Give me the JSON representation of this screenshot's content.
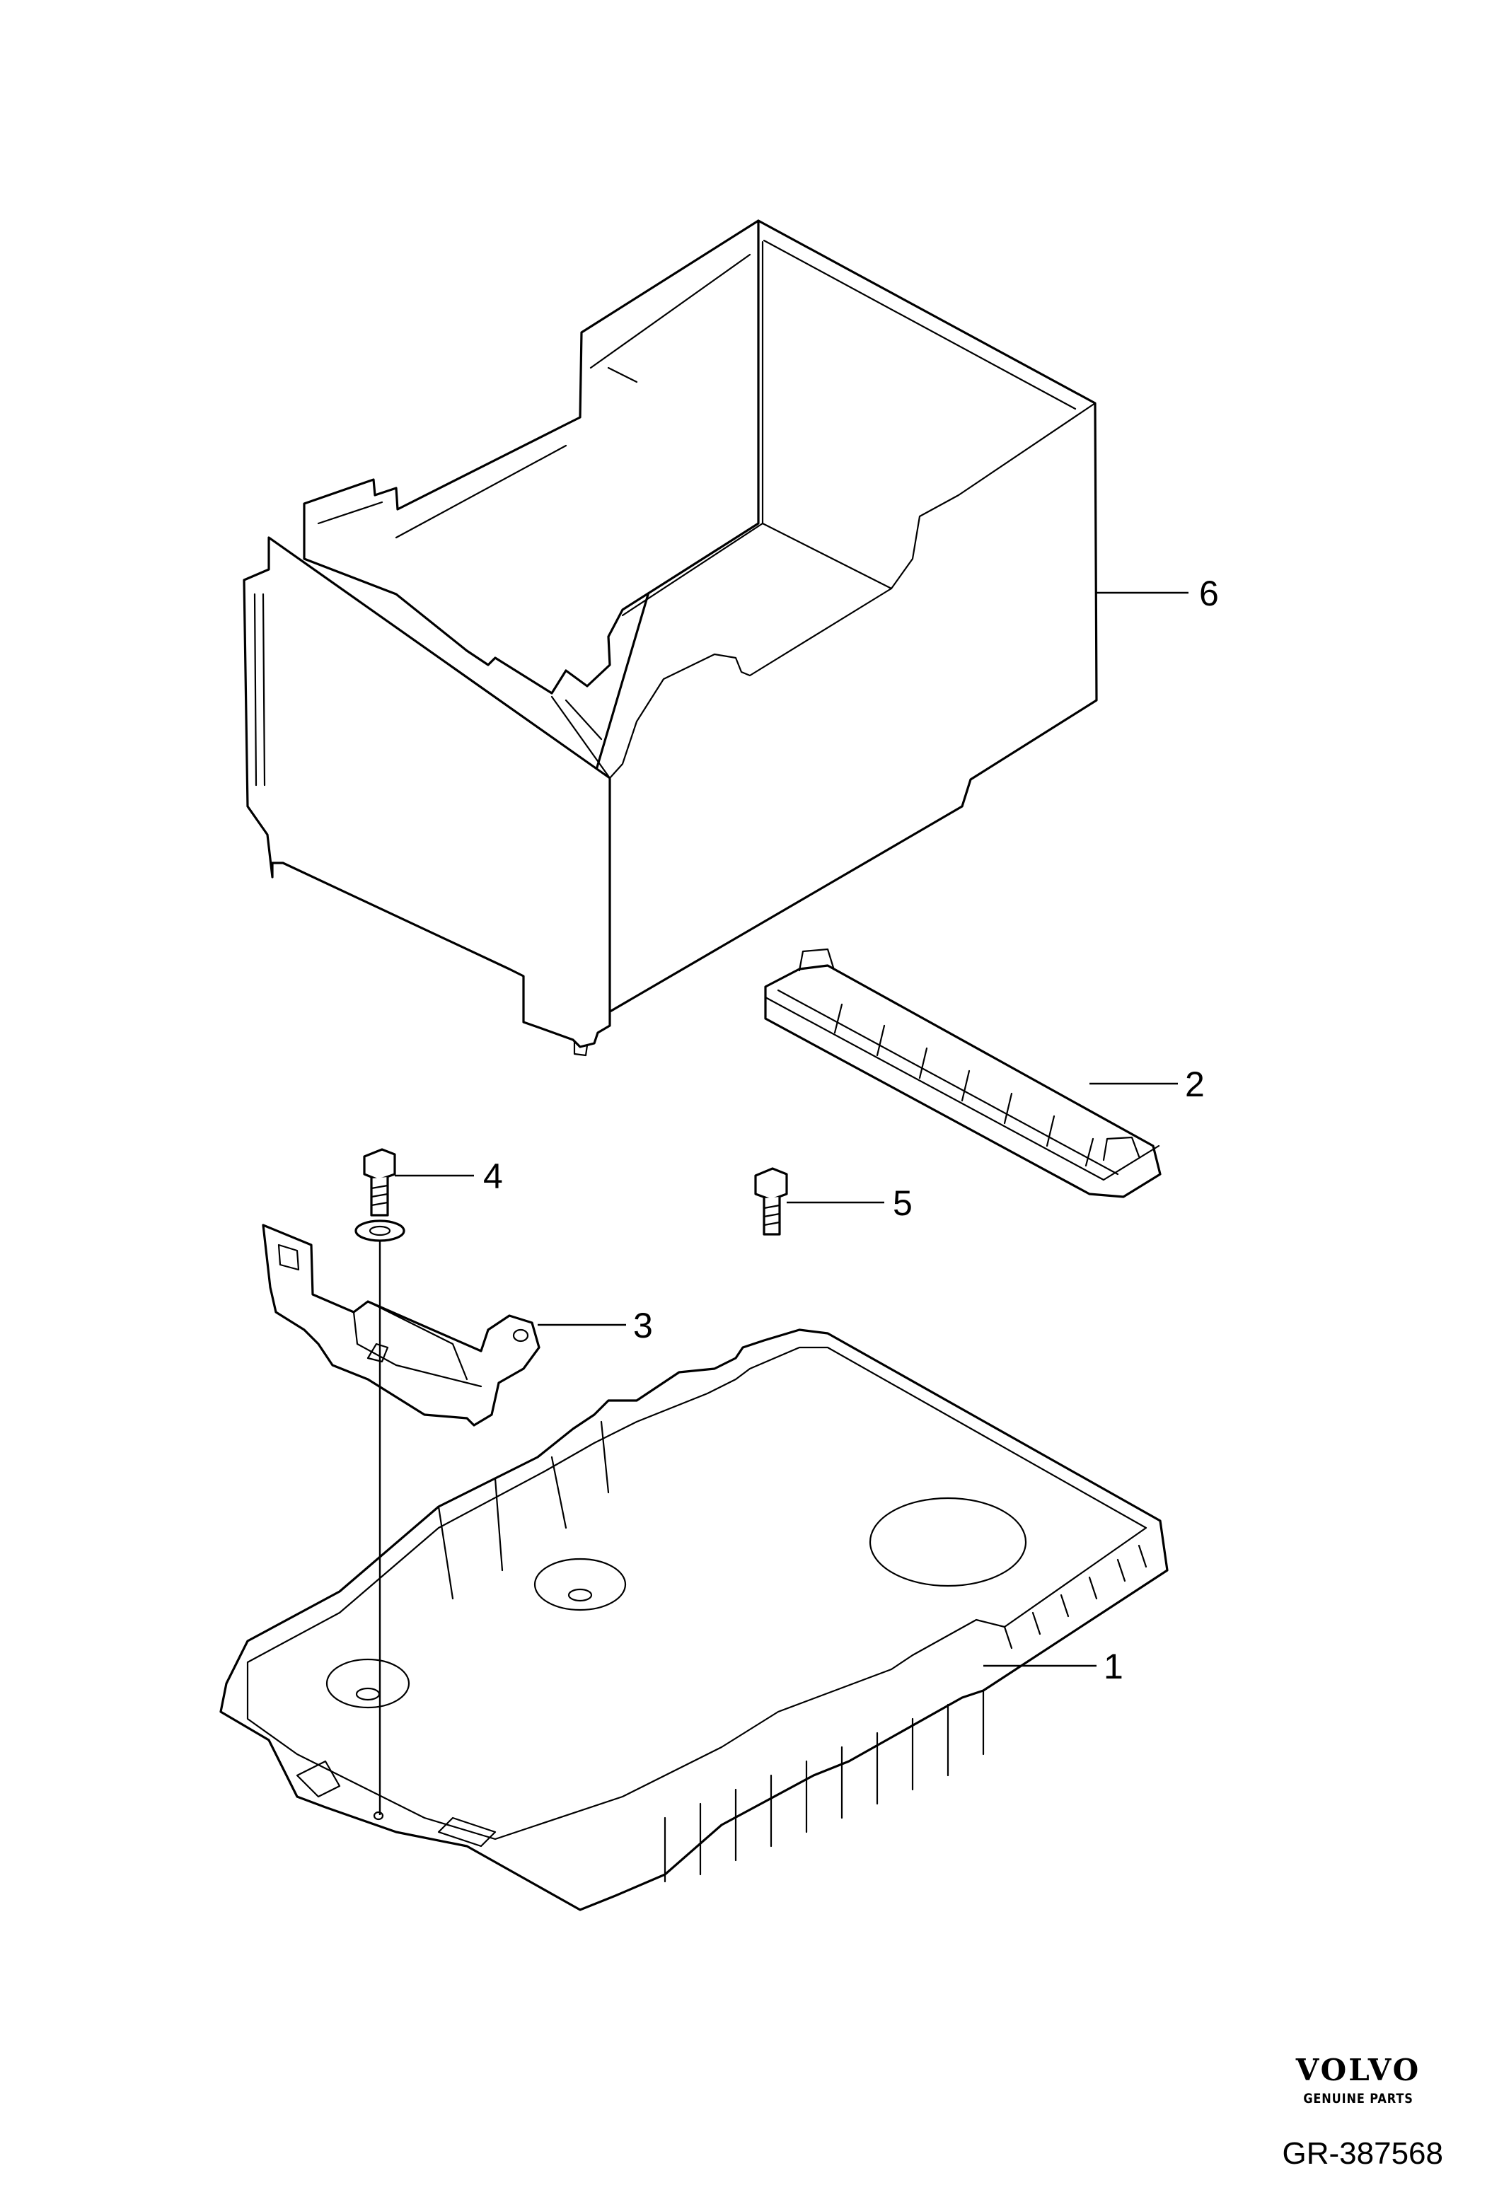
{
  "callouts": {
    "part_1": "1",
    "part_2": "2",
    "part_3": "3",
    "part_4": "4",
    "part_5": "5",
    "part_6": "6"
  },
  "brand": {
    "logo": "VOLVO",
    "tagline": "GENUINE PARTS"
  },
  "reference_number": "GR-387568"
}
